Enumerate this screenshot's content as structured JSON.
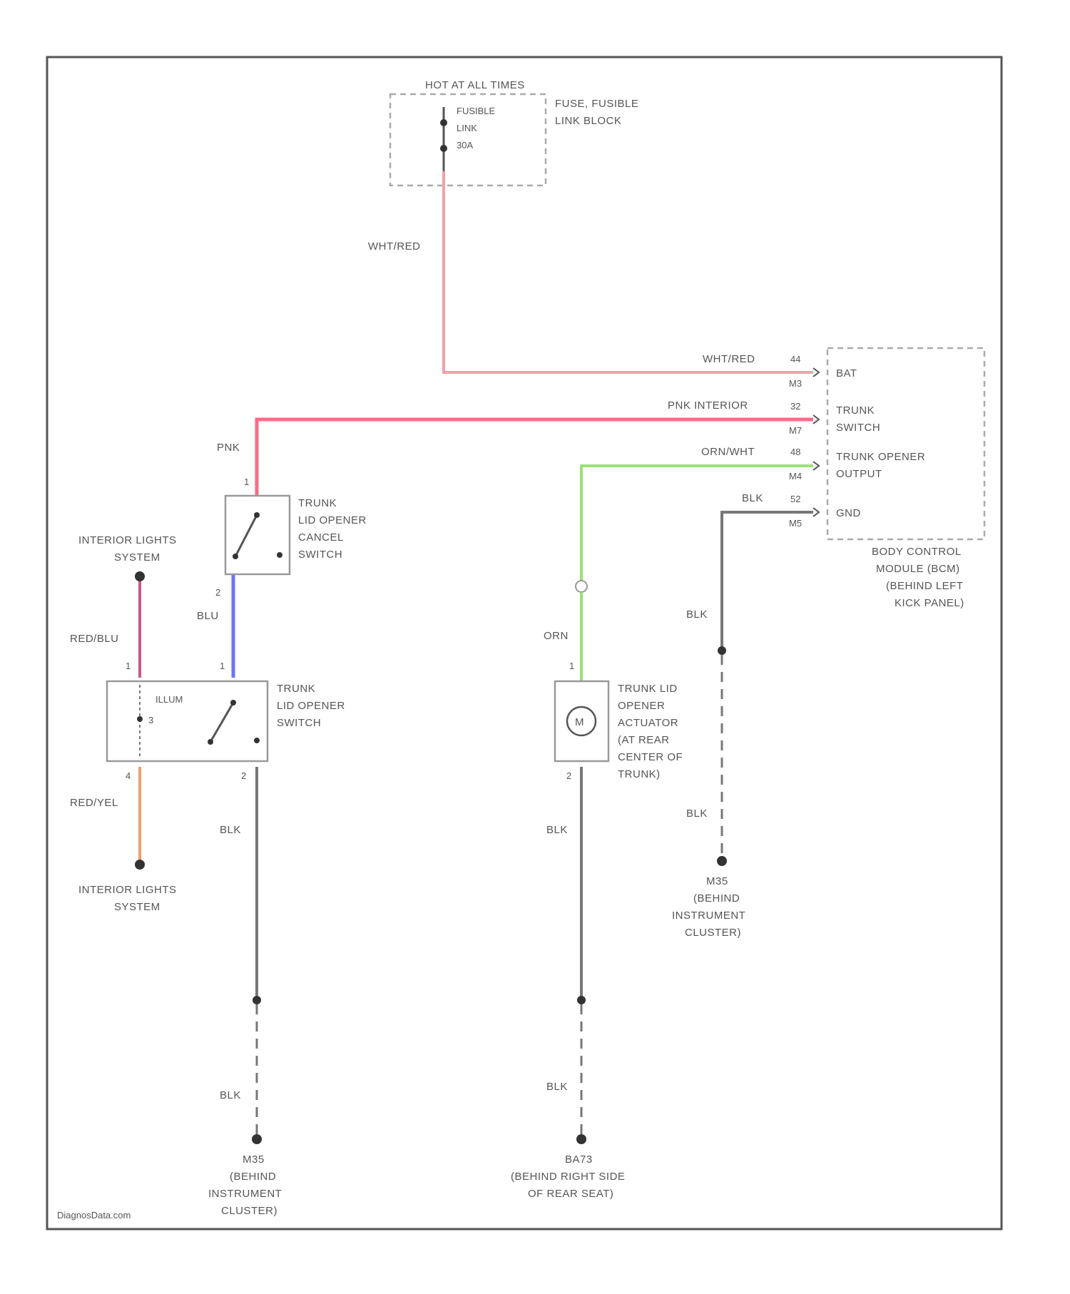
{
  "fuse_block": {
    "hot_label": "HOT AT ALL TIMES",
    "fuse_label": [
      "FUSIBLE",
      "LINK",
      "30A"
    ],
    "block_label": [
      "FUSE, FUSIBLE",
      "LINK BLOCK"
    ]
  },
  "wires": {
    "wht_red_1": "WHT/RED",
    "wht_red_2": "WHT/RED",
    "pnk_interior": "PNK INTERIOR",
    "pnk": "PNK",
    "orn_wht": "ORN/WHT",
    "blk_top": "BLK",
    "blk_mid": "BLK",
    "blk_s1": "BLK",
    "blk_s2": "BLK",
    "blk_bottom_left": "BLK",
    "blk_mid_col": "BLK",
    "blk_bottom_mid": "BLK",
    "blu": "BLU",
    "red_blu": "RED/BLU",
    "red_yel": "RED/YEL",
    "orn": "ORN"
  },
  "bcm": {
    "pins": [
      {
        "num": "44",
        "sub": "M3",
        "name": "BAT"
      },
      {
        "num": "32",
        "sub": "M7",
        "name": "TRUNK SWITCH"
      },
      {
        "num": "48",
        "sub": "M4",
        "name": "TRUNK OPENER OUTPUT"
      },
      {
        "num": "52",
        "sub": "M5",
        "name": "GND"
      }
    ],
    "label": [
      "BODY CONTROL",
      "MODULE (BCM)",
      "(BEHIND LEFT",
      "KICK PANEL)"
    ]
  },
  "cancel_switch": {
    "label": [
      "TRUNK",
      "LID OPENER",
      "CANCEL",
      "SWITCH"
    ],
    "pin_top": "1",
    "pin_bottom": "2"
  },
  "opener_switch": {
    "label": [
      "TRUNK",
      "LID OPENER",
      "SWITCH"
    ],
    "illum": "ILLUM",
    "pins": [
      "1",
      "1",
      "4",
      "2",
      "3"
    ]
  },
  "actuator": {
    "label": [
      "TRUNK LID",
      "OPENER",
      "ACTUATOR",
      "(AT REAR",
      "CENTER OF",
      "TRUNK)"
    ],
    "symbol": "M",
    "pin_top": "1",
    "pin_bottom": "2"
  },
  "interior_lights": {
    "top": [
      "INTERIOR LIGHTS",
      "SYSTEM"
    ],
    "bottom": [
      "INTERIOR LIGHTS",
      "SYSTEM"
    ]
  },
  "grounds": {
    "g1": [
      "M35",
      "(BEHIND",
      "INSTRUMENT",
      "CLUSTER)"
    ],
    "g2": [
      "BA73",
      "(BEHIND RIGHT SIDE",
      "OF REAR SEAT)"
    ],
    "g3": [
      "M35",
      "(BEHIND",
      "INSTRUMENT",
      "CLUSTER)"
    ]
  },
  "footer": "DiagnosData.com",
  "colors": {
    "wht_red": "#f2a0a8",
    "pnk": "#ef6f88",
    "orn_wht": "#9be07a",
    "blk": "#777777",
    "blu": "#6f73f2",
    "red_blu": "#c85a8a",
    "red_yel": "#f0a06a"
  }
}
